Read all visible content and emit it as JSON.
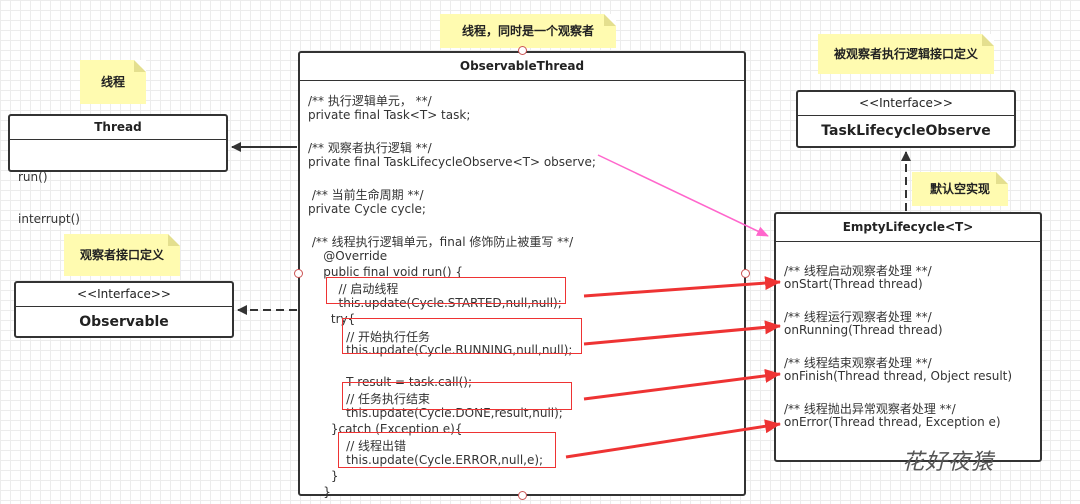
{
  "notes": {
    "thread": "线程",
    "observable_thread": "线程，同时是一个观察者",
    "observe_interface": "被观察者执行逻辑接口定义",
    "default_impl": "默认空实现",
    "observer_interface": "观察者接口定义"
  },
  "thread_class": {
    "title": "Thread",
    "methods": [
      "run()",
      "interrupt()"
    ]
  },
  "observable_interface": {
    "stereotype": "<<Interface>>",
    "name": "Observable"
  },
  "task_lifecycle_observe": {
    "stereotype": "<<Interface>>",
    "name": "TaskLifecycleObserve"
  },
  "observable_thread": {
    "title": "ObservableThread",
    "lines": [
      "/** 执行逻辑单元， **/",
      "private final Task<T> task;",
      "",
      "/** 观察者执行逻辑 **/",
      "private final TaskLifecycleObserve<T> observe;",
      "",
      " /** 当前生命周期 **/",
      "private Cycle cycle;",
      "",
      " /** 线程执行逻辑单元，final 修饰防止被重写 **/",
      "    @Override",
      "    public final void run() {",
      "        // 启动线程",
      "        this.update(Cycle.STARTED,null,null);",
      "      try{",
      "          // 开始执行任务",
      "          this.update(Cycle.RUNNING,null,null);",
      "",
      "          T result = task.call();",
      "          // 任务执行结束",
      "          this.update(Cycle.DONE,result,null);",
      "      }catch (Exception e){",
      "          // 线程出错",
      "          this.update(Cycle.ERROR,null,e);",
      "      }",
      "    }"
    ]
  },
  "empty_lifecycle": {
    "title": "EmptyLifecycle<T>",
    "lines": [
      "/** 线程启动观察者处理 **/",
      "onStart(Thread thread)",
      "",
      "/** 线程运行观察者处理 **/",
      "onRunning(Thread thread)",
      "",
      "/** 线程结束观察者处理 **/",
      "onFinish(Thread thread, Object result)",
      "",
      "/** 线程抛出异常观察者处理 **/",
      "onError(Thread thread, Exception e)"
    ]
  },
  "watermark": "花好夜猿",
  "colors": {
    "note_bg": "#fffbb0",
    "arrow_red": "#ee3333",
    "arrow_pink": "#ff66cc",
    "line_dark": "#333333"
  }
}
